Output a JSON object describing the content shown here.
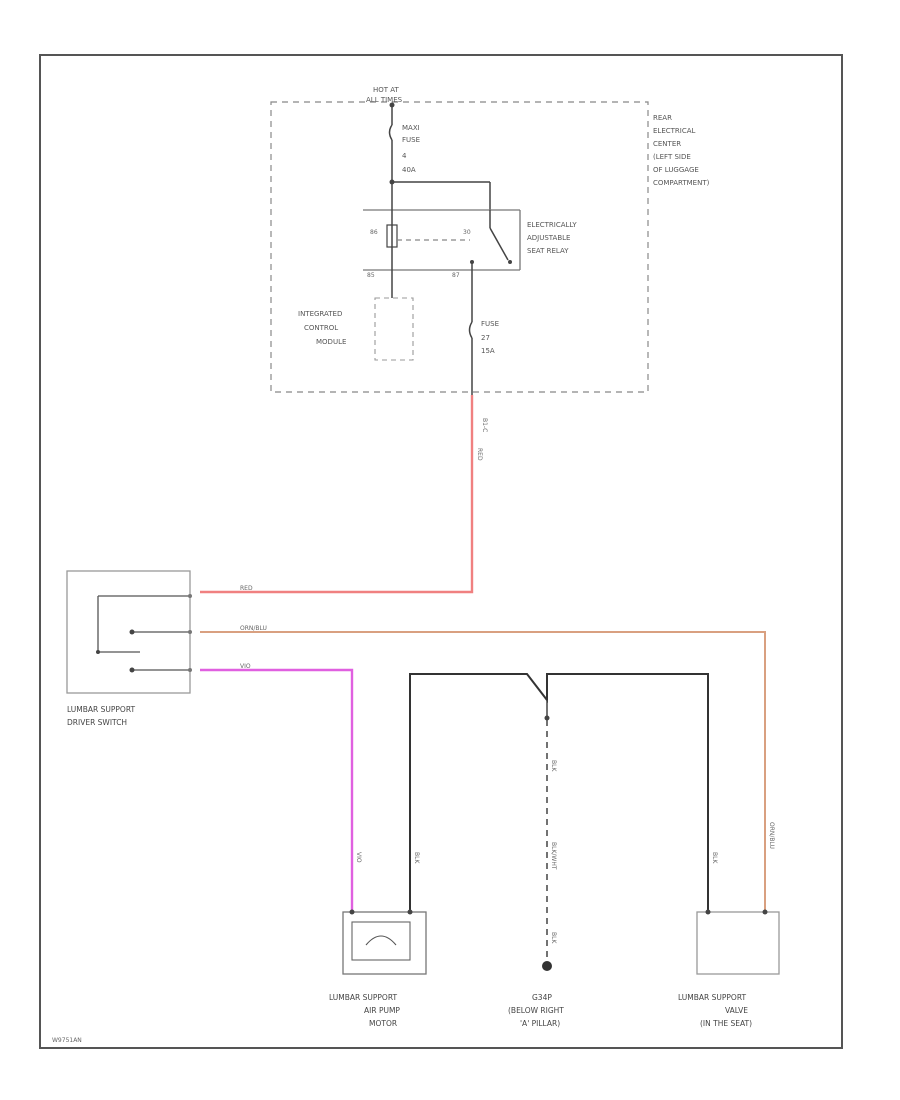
{
  "rear_center": {
    "hot_at": "HOT AT",
    "all_times": "ALL TIMES",
    "maxi_fuse": "MAXI",
    "maxi_fuse_2": "FUSE",
    "maxi_fuse_num": "4",
    "maxi_fuse_amp": "40A",
    "label_lines": [
      "REAR",
      "ELECTRICAL",
      "CENTER",
      "(LEFT SIDE",
      "OF LUGGAGE",
      "COMPARTMENT)"
    ],
    "relay_lines": [
      "ELECTRICALLY",
      "ADJUSTABLE",
      "SEAT RELAY"
    ],
    "pin_86": "86",
    "pin_30": "30",
    "pin_85": "85",
    "pin_87": "87",
    "icm_lines": [
      "INTEGRATED",
      "CONTROL",
      "MODULE"
    ],
    "fuse_lines": [
      "FUSE",
      "27",
      "15A"
    ],
    "connector": "B1-C"
  },
  "wires": {
    "red_vertical": "RED",
    "red": "RED",
    "orn_blu": "ORN/BLU",
    "vio": "VIO",
    "vio_lower": "VIO",
    "blk_pump": "BLK",
    "blk_valve": "BLK",
    "orn_valve": "ORN/BLU",
    "blk_ground": "BLK",
    "blk_ground2": "BLK"
  },
  "components": {
    "switch_lines": [
      "LUMBAR SUPPORT",
      "DRIVER SWITCH"
    ],
    "pump_lines": [
      "LUMBAR SUPPORT",
      "AIR PUMP",
      "MOTOR"
    ],
    "ground_lines": [
      "G34P",
      "(BELOW RIGHT",
      "'A' PILLAR)"
    ],
    "valve_lines": [
      "LUMBAR SUPPORT",
      "VALVE",
      "(IN THE SEAT)"
    ],
    "ground_connector": "BLK/WHT"
  },
  "footer_code": "W9751AN",
  "colors": {
    "red_wire": "#f08080",
    "orange_wire": "#d9a080",
    "violet_wire": "#e060e0",
    "black_wire": "#333333"
  }
}
